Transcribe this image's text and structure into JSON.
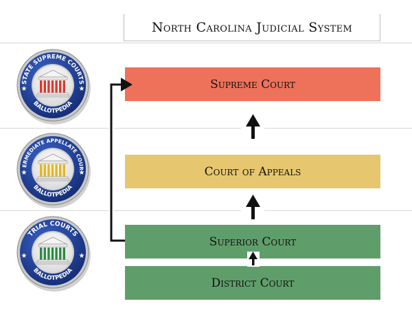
{
  "title": "North Carolina Judicial System",
  "courts": {
    "supreme": {
      "label": "Supreme Court",
      "color": "#ee715a"
    },
    "appeals": {
      "label": "Court of Appeals",
      "color": "#e6c770"
    },
    "superior": {
      "label": "Superior Court",
      "color": "#5f9e6a"
    },
    "district": {
      "label": "District Court",
      "color": "#5f9e6a"
    }
  },
  "seals": {
    "supreme": {
      "arc_text": "STATE SUPREME COURTS",
      "bottom_text": "BALLOTPEDIA",
      "column_color": "#d93a2f"
    },
    "appellate": {
      "arc_text": "INTERMEDIATE APPELLATE COURTS",
      "bottom_text": "BALLOTPEDIA",
      "column_color": "#e2b720"
    },
    "trial": {
      "arc_text": "TRIAL COURTS",
      "bottom_text": "BALLOTPEDIA",
      "column_color": "#2f8a45"
    }
  },
  "colors": {
    "seal_ring": "#1e3f9a",
    "arrow": "#111111"
  }
}
